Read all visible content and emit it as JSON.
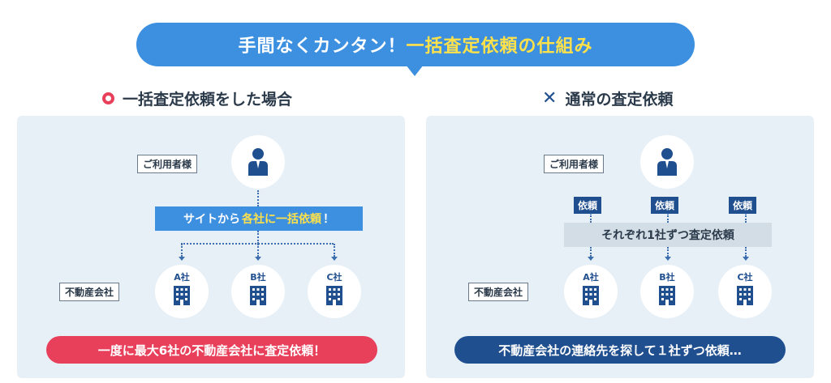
{
  "header": {
    "title_a": "手間なくカンタン！",
    "title_b": "一括査定依頼の仕組み"
  },
  "left": {
    "heading": "一括査定依頼をした場合",
    "user_label": "ご利用者様",
    "band_a": "サイトから",
    "band_b": "各社に一括依頼",
    "band_c": "！",
    "company_label": "不動産会社",
    "companies": [
      "A社",
      "B社",
      "C社"
    ],
    "bottom": "一度に最大6社の不動産会社に査定依頼！"
  },
  "right": {
    "heading": "通常の査定依頼",
    "user_label": "ご利用者様",
    "request_tag": "依頼",
    "band": "それぞれ1社ずつ査定依頼",
    "company_label": "不動産会社",
    "companies": [
      "A社",
      "B社",
      "C社"
    ],
    "bottom": "不動産会社の連絡先を探して１社ずつ依頼…"
  },
  "colors": {
    "header": "#3d8fe0",
    "highlight": "#ffe14a",
    "good": "#e8405a",
    "navy": "#1f4f8f",
    "panel": "#e7f0f7"
  },
  "icons": [
    "person-icon",
    "building-icon",
    "circle-mark-icon",
    "cross-mark-icon"
  ]
}
